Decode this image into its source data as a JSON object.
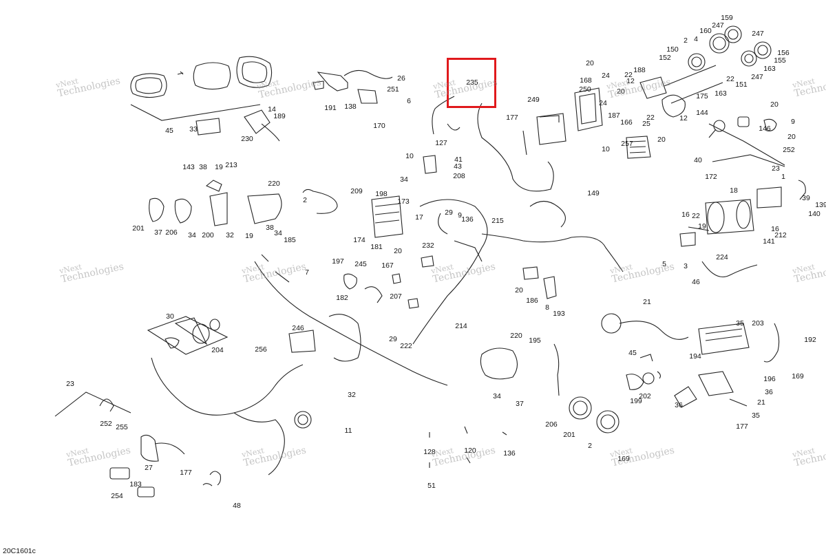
{
  "diagram": {
    "figure_code": "20C1601c",
    "watermark": {
      "line1": "vNext",
      "line2": "Technologies"
    },
    "highlight": {
      "part_number": "235",
      "color": "#e0191c"
    },
    "callouts": [
      "159",
      "247",
      "160",
      "4",
      "247",
      "2",
      "150",
      "155",
      "152",
      "163",
      "156",
      "247",
      "12",
      "22",
      "188",
      "168",
      "20",
      "24",
      "151",
      "22",
      "163",
      "250",
      "20",
      "249",
      "24",
      "187",
      "12",
      "22",
      "175",
      "177",
      "144",
      "20",
      "9",
      "146",
      "20",
      "166",
      "25",
      "10",
      "20",
      "257",
      "252",
      "172",
      "23",
      "40",
      "1",
      "39",
      "139",
      "140",
      "16",
      "141",
      "18",
      "212",
      "22",
      "19",
      "16",
      "5",
      "3",
      "224",
      "46",
      "26",
      "251",
      "6",
      "170",
      "138",
      "191",
      "14",
      "189",
      "33",
      "230",
      "45",
      "127",
      "41",
      "43",
      "208",
      "10",
      "34",
      "143",
      "38",
      "19",
      "213",
      "220",
      "2",
      "201",
      "37",
      "206",
      "34",
      "200",
      "32",
      "19",
      "38",
      "34",
      "185",
      "209",
      "198",
      "173",
      "174",
      "181",
      "20",
      "17",
      "29",
      "9",
      "136",
      "215",
      "149",
      "232",
      "197",
      "245",
      "167",
      "182",
      "207",
      "20",
      "186",
      "8",
      "193",
      "21",
      "35",
      "203",
      "192",
      "194",
      "169",
      "30",
      "204",
      "246",
      "256",
      "7",
      "29",
      "222",
      "214",
      "220",
      "195",
      "45",
      "199",
      "202",
      "36",
      "196",
      "36",
      "21",
      "35",
      "177",
      "23",
      "252",
      "255",
      "32",
      "34",
      "37",
      "206",
      "201",
      "2",
      "169",
      "11",
      "27",
      "183",
      "254",
      "177",
      "48",
      "128",
      "120",
      "136",
      "51"
    ]
  }
}
